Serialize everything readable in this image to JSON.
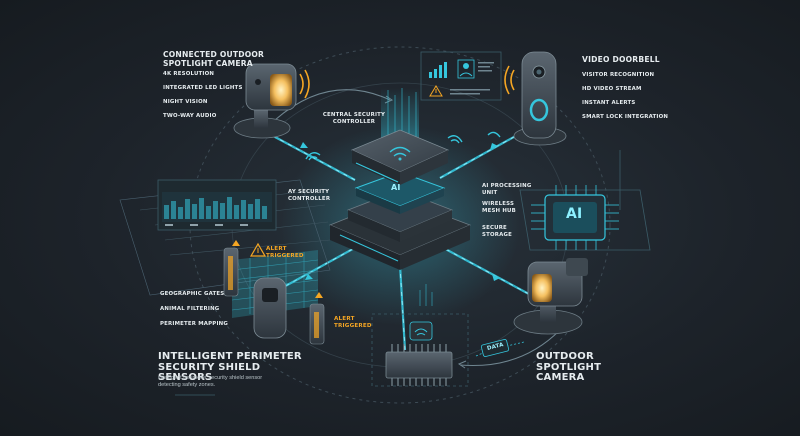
{
  "accent_cyan": "#35c6dd",
  "accent_orange": "#f5a623",
  "devices": {
    "top_left_camera": {
      "title": "CONNECTED OUTDOOR SPOTLIGHT CAMERA",
      "features": [
        "4K RESOLUTION",
        "INTEGRATED LED LIGHTS",
        "NIGHT VISION",
        "TWO-WAY AUDIO"
      ]
    },
    "doorbell": {
      "title": "VIDEO DOORBELL",
      "features": [
        "VISITOR RECOGNITION",
        "HD VIDEO STREAM",
        "INSTANT ALERTS",
        "SMART LOCK INTEGRATION"
      ]
    },
    "perimeter": {
      "features": [
        "GEOGRAPHIC GATES",
        "ANIMAL FILTERING",
        "PERIMETER MAPPING"
      ],
      "title": "INTELLIGENT PERIMETER SECURITY SHIELD SENSORS",
      "description": "intelligent perimeter security shield sensor detecting safety zones.",
      "alert_1": "ALERT TRIGGERED",
      "alert_2": "ALERT TRIGGERED"
    },
    "bottom_right_camera": {
      "title": "OUTDOOR SPOTLIGHT CAMERA"
    }
  },
  "hub": {
    "central_label": "CENTRAL SECURITY CONTROLLER",
    "left_label": "AY SECURITY CONTROLLER",
    "ai_unit_label": "AI PROCESSING UNIT",
    "mesh_label": "WIRELESS MESH HUB",
    "storage_label": "SECURE STORAGE",
    "ai_badge": "AI",
    "ai_chip_text": "AI"
  },
  "data_tag": "DATA"
}
